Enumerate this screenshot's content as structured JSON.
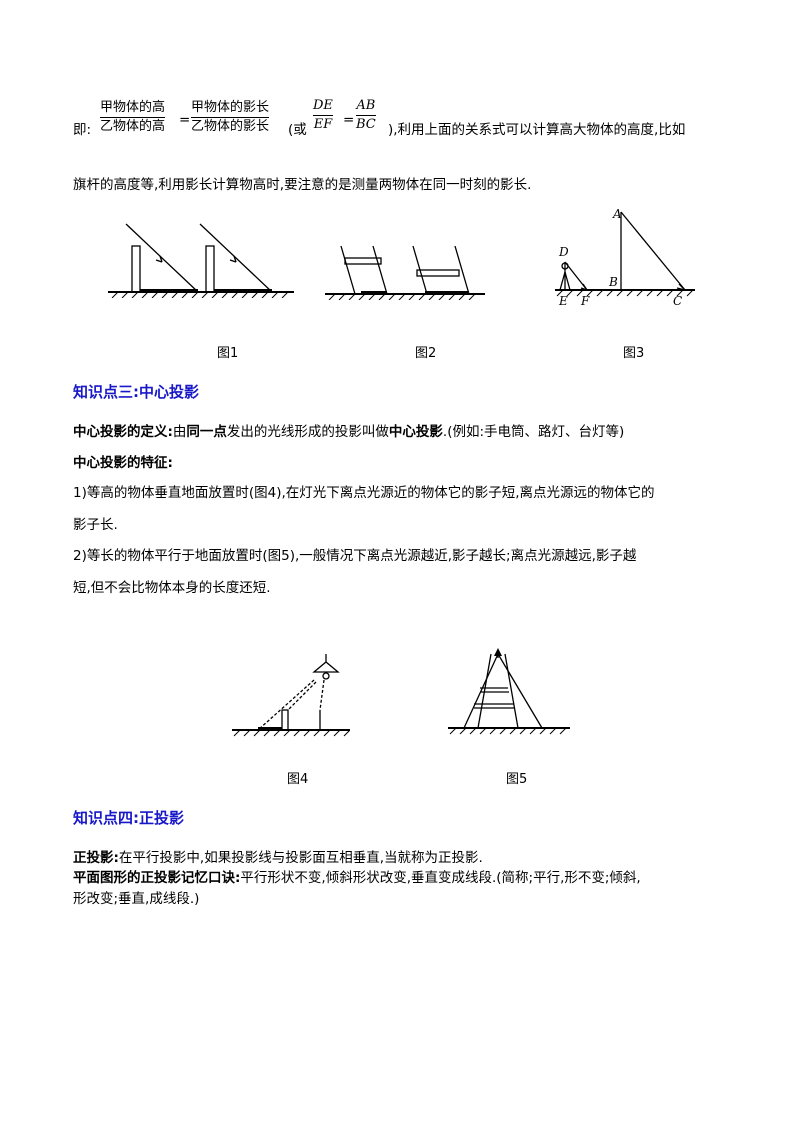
{
  "formula": {
    "prefix": "即:",
    "frac1_num": "甲物体的高",
    "frac1_den": "乙物体的高",
    "eq": "=",
    "frac2_num": "甲物体的影长",
    "frac2_den": "乙物体的影长",
    "open_paren": "(或",
    "frac3_num": "DE",
    "frac3_den": "EF",
    "eq2": "=",
    "frac4_num": "AB",
    "frac4_den": "BC",
    "suffix": "),利用上面的关系式可以计算高大物体的高度,比如"
  },
  "para1_line2": "旗杆的高度等,利用影长计算物高时,要注意的是测量两物体在同一时刻的影长.",
  "figures_top": {
    "captions": [
      "图1",
      "图2",
      "图3"
    ],
    "fig3_labels": {
      "A": "A",
      "B": "B",
      "C": "C",
      "D": "D",
      "E": "E",
      "F": "F"
    }
  },
  "section3": {
    "heading": "知识点三:中心投影",
    "def_label": "中心投影的定义:",
    "def_text1": "由",
    "def_bold": "同一点",
    "def_text2": "发出的光线形成的投影叫做",
    "def_bold2": "中心投影",
    "def_text3": ".(例如:手电筒、路灯、台灯等)",
    "feature_label": "中心投影的特征:",
    "item1_line1": "1)等高的物体垂直地面放置时(图4),在灯光下离点光源近的物体它的影子短,离点光源远的物体它的",
    "item1_line2": "影子长.",
    "item2_line1": "2)等长的物体平行于地面放置时(图5),一般情况下离点光源越近,影子越长;离点光源越远,影子越",
    "item2_line2": "短,但不会比物体本身的长度还短."
  },
  "figures_mid": {
    "captions": [
      "图4",
      "图5"
    ]
  },
  "section4": {
    "heading": "知识点四:正投影",
    "line1_label": "正投影:",
    "line1_text": "在平行投影中,如果投影线与投影面互相垂直,当就称为正投影.",
    "line2_label": "平面图形的正投影记忆口诀:",
    "line2_text": "平行形状不变,倾斜形状改变,垂直变成线段.(简称;平行,形不变;倾斜,",
    "line3_text": "形改变;垂直,成线段.)"
  }
}
